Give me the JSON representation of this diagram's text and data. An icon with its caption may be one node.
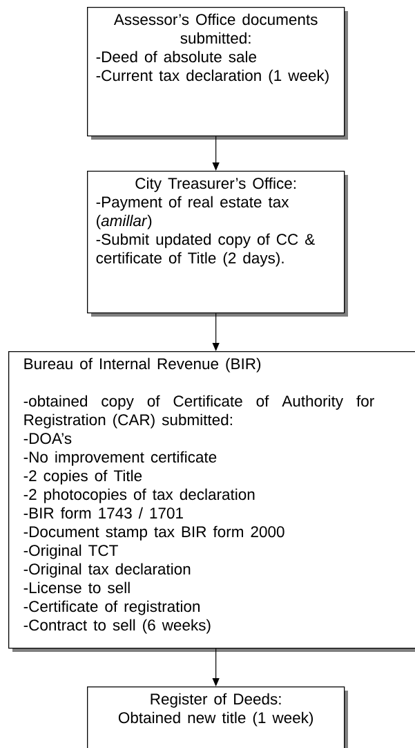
{
  "diagram": {
    "nodes": [
      {
        "text": [
          "Assessor’s Office documents submitted:",
          "-Deed of absolute sale",
          "-Current tax declaration (1 week)"
        ]
      },
      {
        "text": [
          "City Treasurer’s Office:",
          "-Payment of real estate tax (*amillar*)",
          "-Submit updated copy of CC & certificate of Title (2 days)."
        ]
      },
      {
        "text": [
          "Bureau of Internal Revenue (BIR)",
          "-obtained copy of Certificate of Authority for Registration (CAR) submitted:",
          "-DOA’s",
          "-No improvement certificate",
          "-2 copies of Title",
          "-2 photocopies of tax declaration",
          "-BIR form 1743 / 1701",
          "-Document stamp tax BIR form 2000",
          "-Original TCT",
          "-Original tax declaration",
          "-License to sell",
          "-Certificate of registration",
          "-Contract to sell (6 weeks)"
        ]
      },
      {
        "text": [
          "Register of Deeds:",
          "Obtained new title (1 week)"
        ]
      }
    ],
    "edges": [
      {
        "from": 0,
        "to": 1,
        "arrow": "to"
      },
      {
        "from": 1,
        "to": 2,
        "arrow": "to"
      },
      {
        "from": 2,
        "to": 3,
        "arrow": "to"
      }
    ]
  }
}
